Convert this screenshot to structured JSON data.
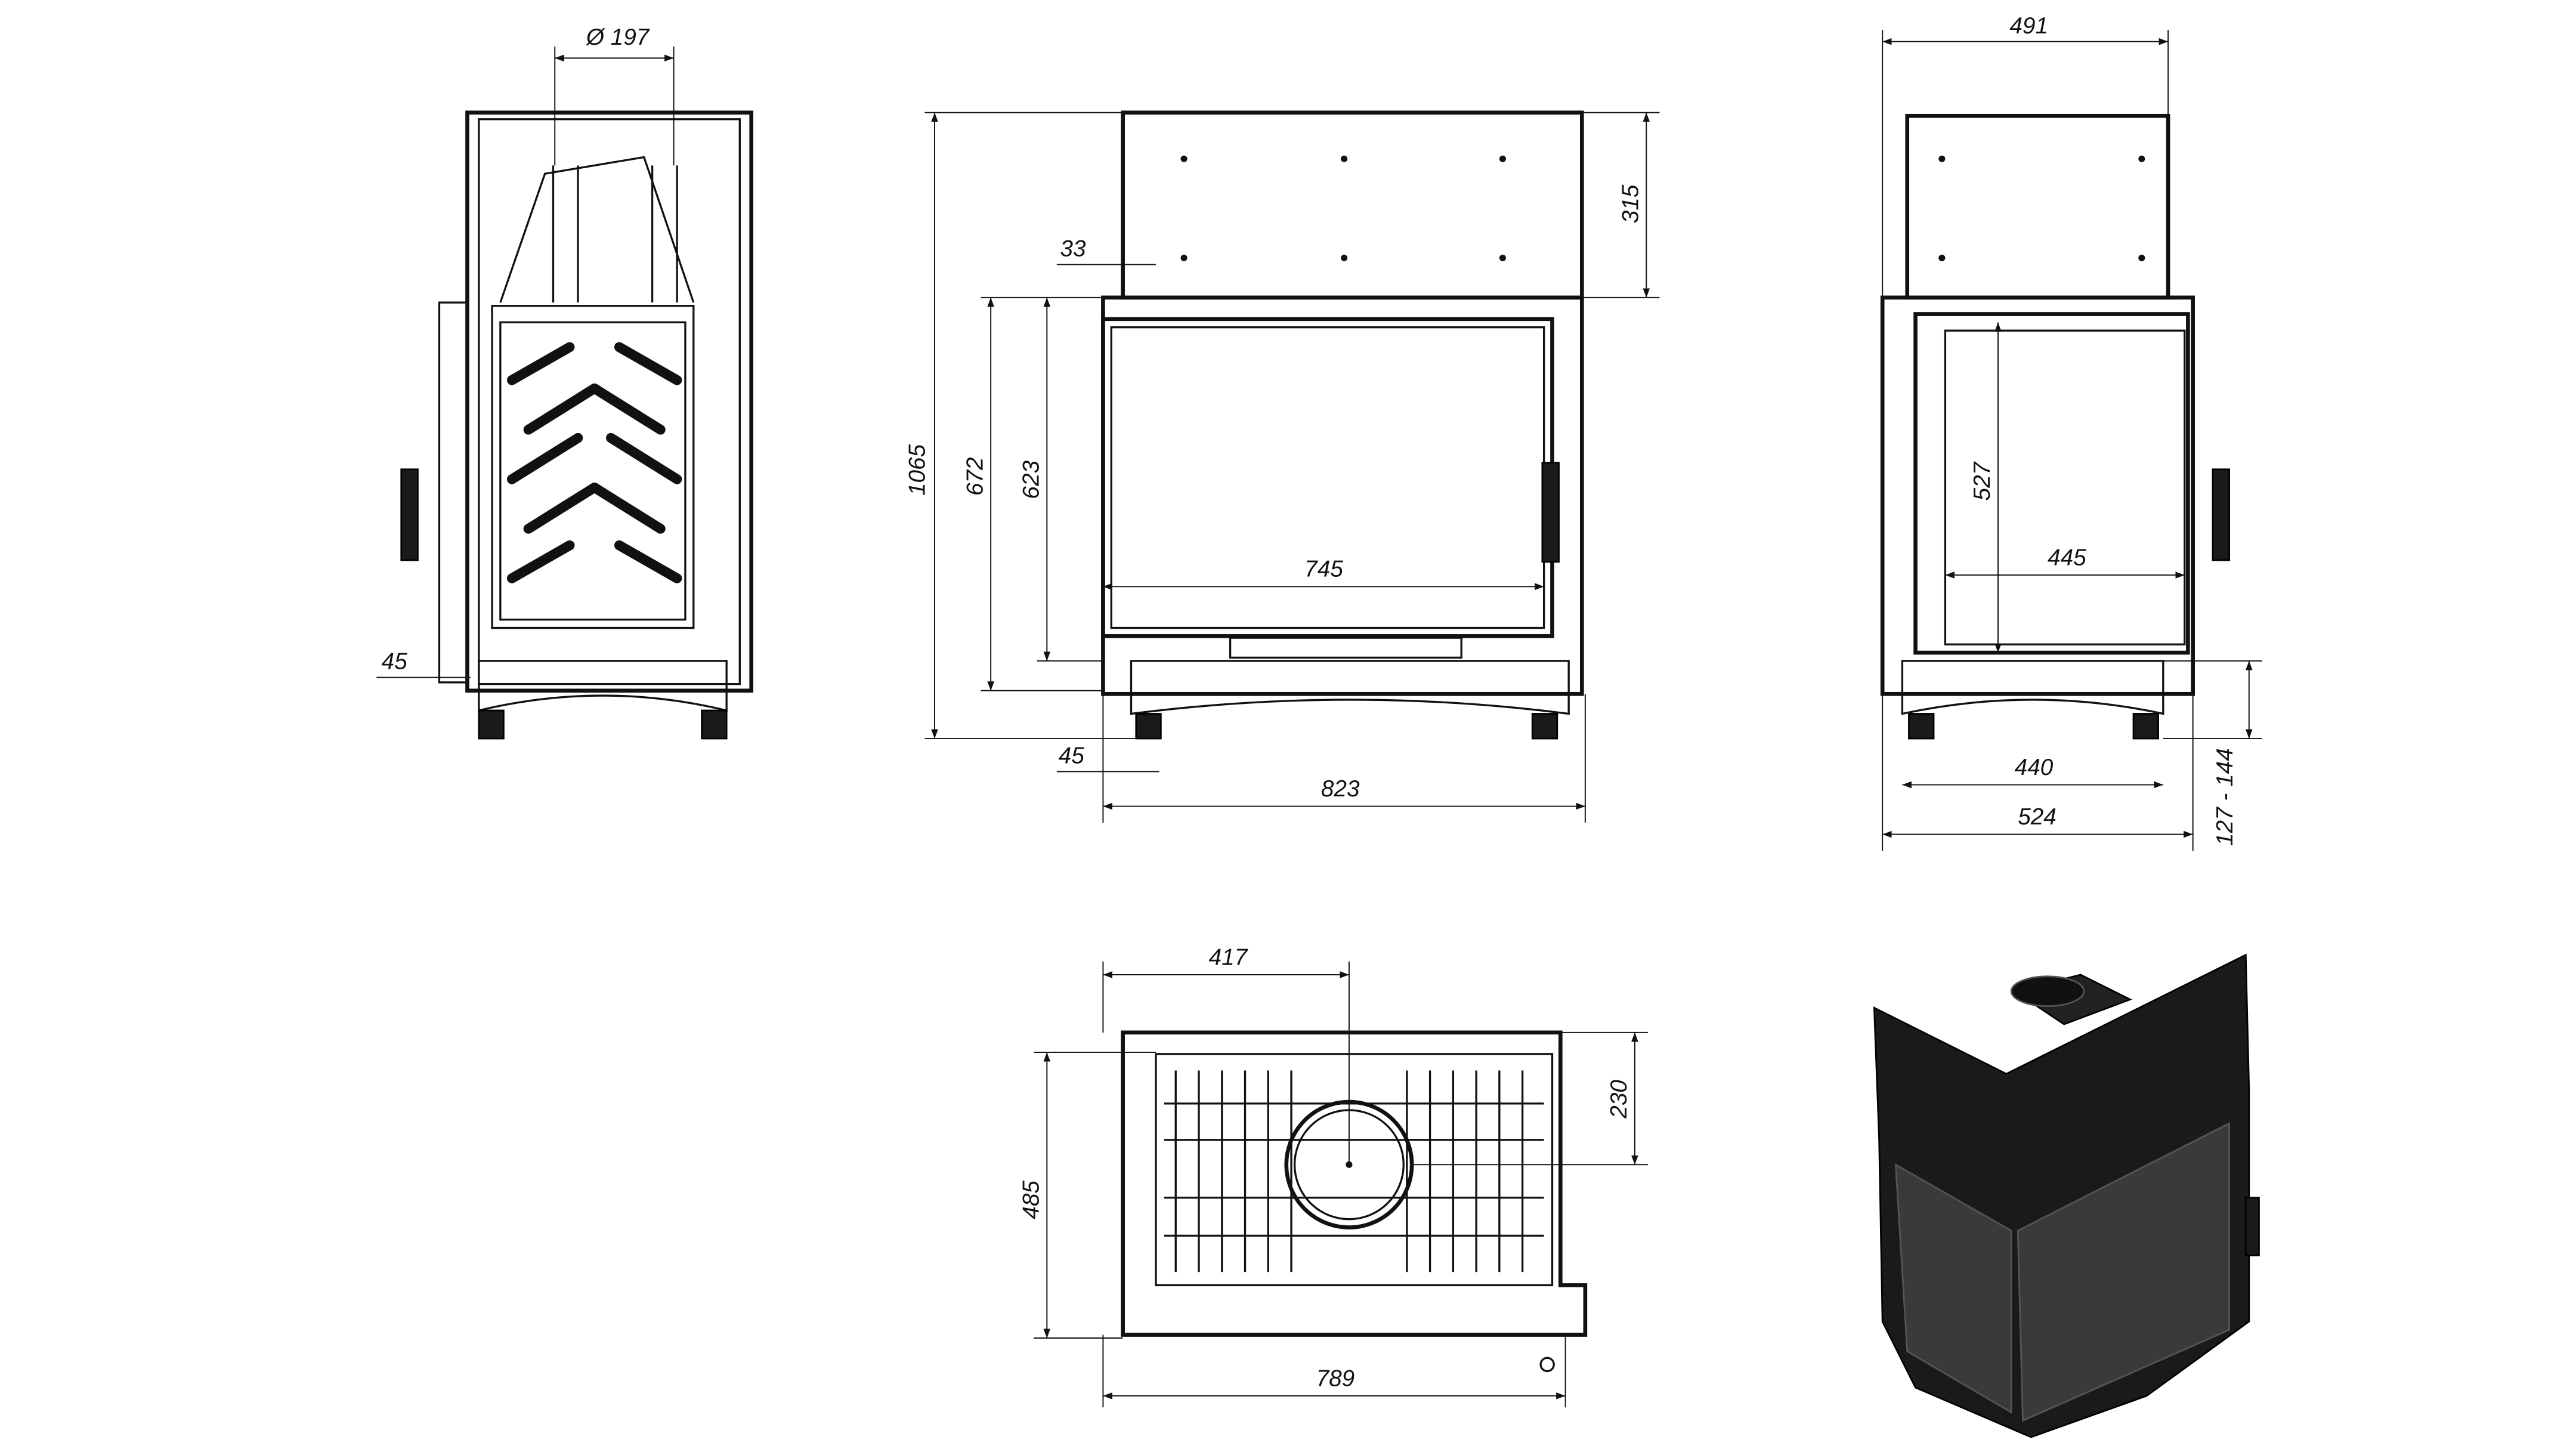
{
  "side_view_left": {
    "flue_diameter": "Ø 197",
    "depth_offset": "45"
  },
  "front_view": {
    "total_height": "1065",
    "body_height": "672",
    "door_height": "623",
    "top_offset": "33",
    "top_section_height": "315",
    "glass_width": "745",
    "foot_offset": "45",
    "total_width": "823"
  },
  "side_view_right": {
    "top_width": "491",
    "glass_height": "527",
    "glass_width": "445",
    "base_width": "440",
    "total_depth": "524",
    "leg_height_range": "127 - 144"
  },
  "top_view": {
    "flue_center_offset": "417",
    "flue_depth_offset": "230",
    "depth": "485",
    "width": "789"
  }
}
